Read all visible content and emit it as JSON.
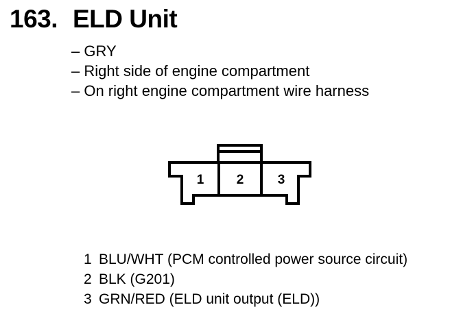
{
  "title": {
    "number": "163.",
    "name": "ELD Unit"
  },
  "notes": [
    "– GRY",
    "– Right side of engine compartment",
    "– On right engine compartment wire harness"
  ],
  "connector": {
    "cavities": [
      "1",
      "2",
      "3"
    ]
  },
  "pins": [
    {
      "number": "1",
      "desc": "BLU/WHT (PCM controlled power source circuit)"
    },
    {
      "number": "2",
      "desc": "BLK (G201)"
    },
    {
      "number": "3",
      "desc": "GRN/RED (ELD unit output (ELD))"
    }
  ]
}
